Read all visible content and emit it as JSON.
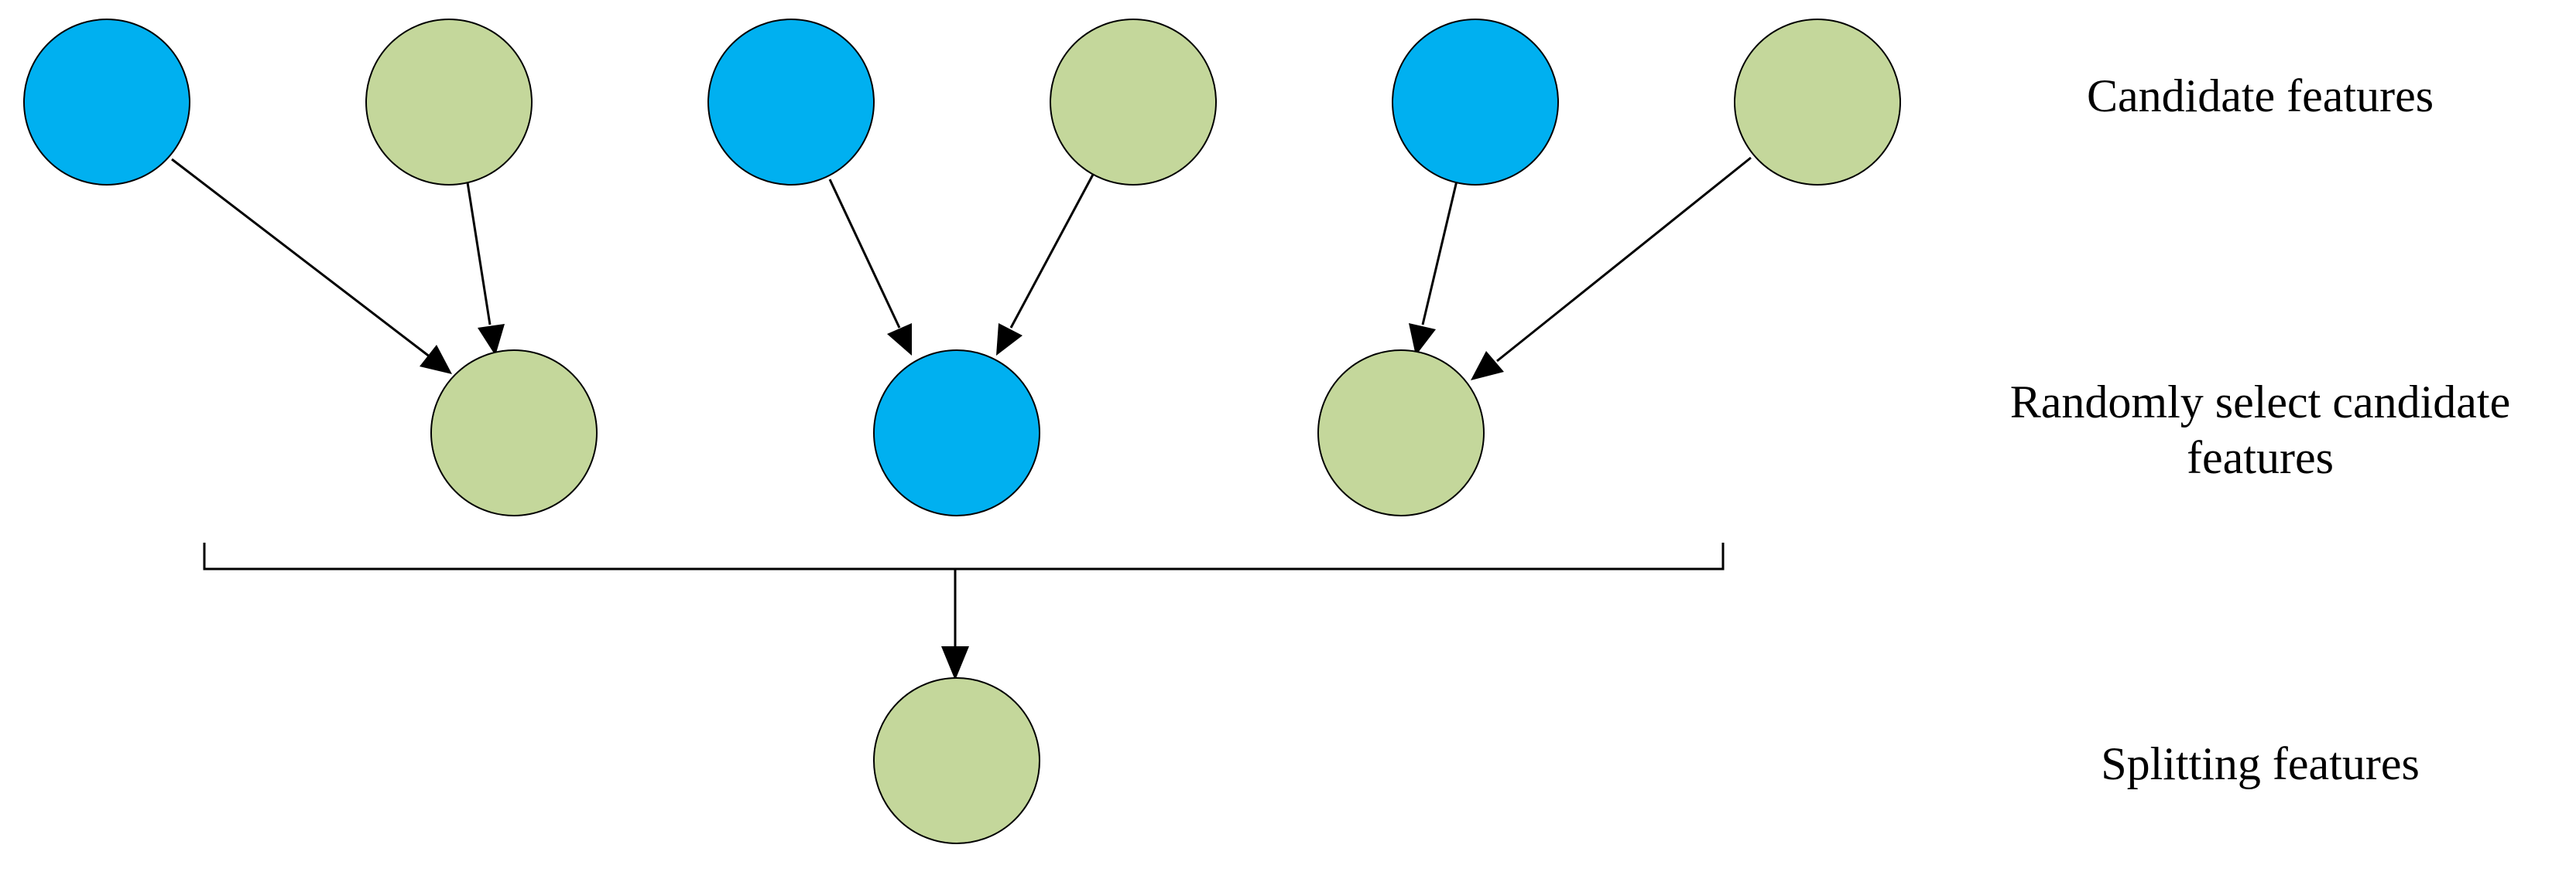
{
  "colors": {
    "blue": "#00B0F0",
    "green": "#C4D79B",
    "stroke": "#000000",
    "background": "#FFFFFF"
  },
  "labels": {
    "candidate": "Candidate features",
    "random_line1": "Randomly select candidate",
    "random_line2": "features",
    "splitting": "Splitting features"
  },
  "rows": {
    "candidate": [
      "blue",
      "green",
      "blue",
      "green",
      "blue",
      "green"
    ],
    "selected": [
      "green",
      "blue",
      "green"
    ],
    "splitting": [
      "green"
    ]
  }
}
